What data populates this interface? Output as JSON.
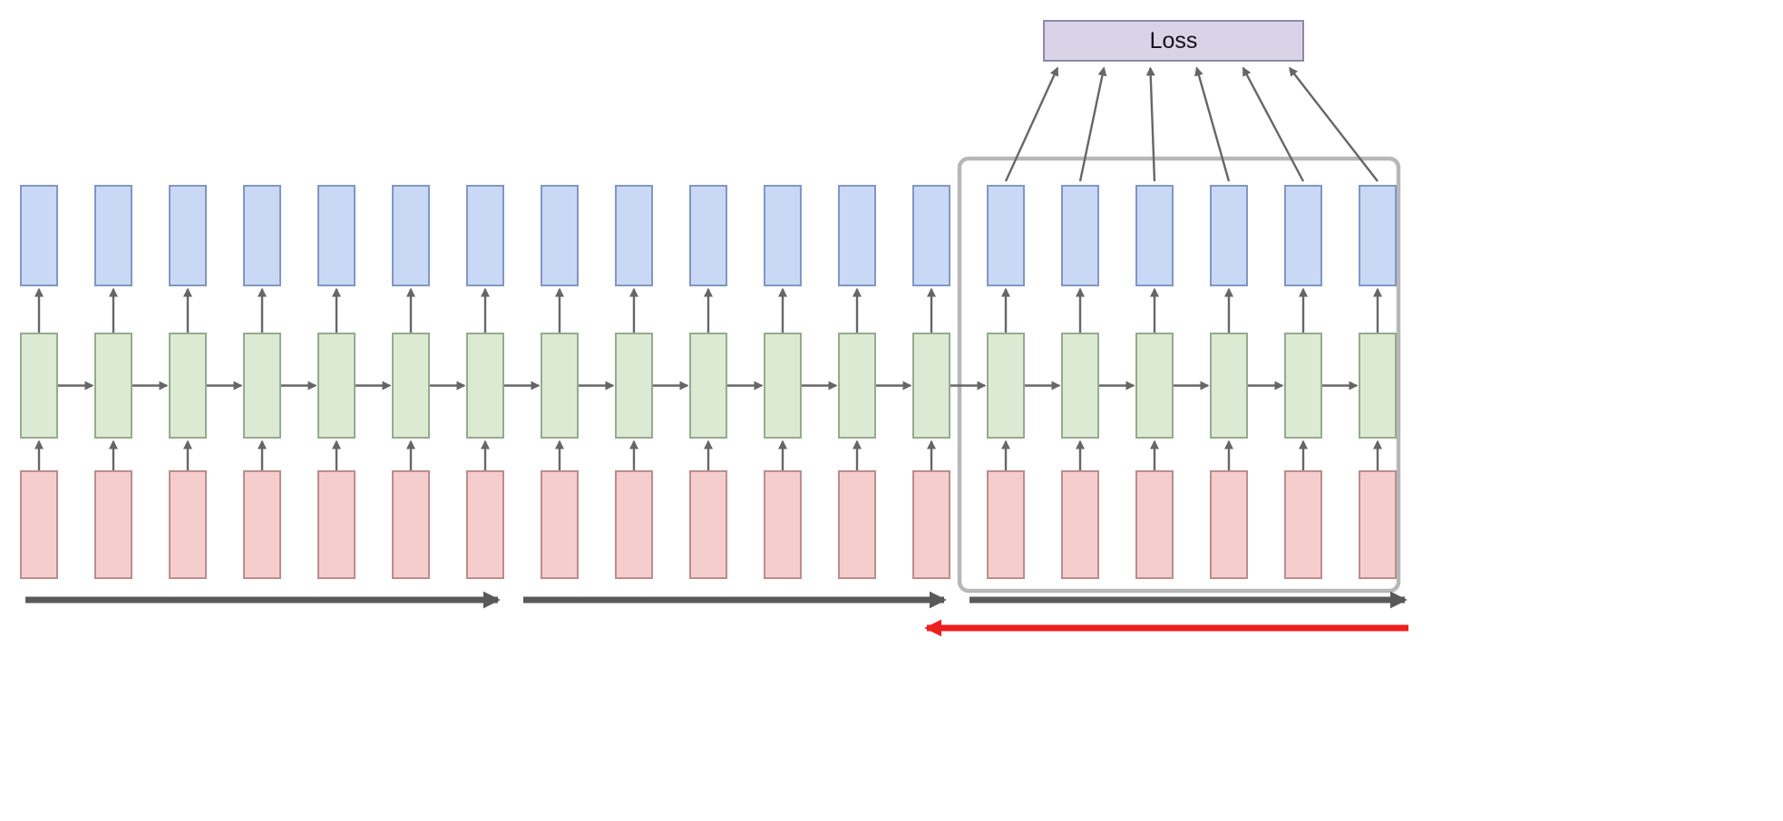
{
  "figure": {
    "loss_label": "Loss",
    "num_columns": 19,
    "window_size": 6,
    "segments": [
      {
        "start": 0,
        "end": 6
      },
      {
        "start": 7,
        "end": 12
      },
      {
        "start": 13,
        "end": 18
      }
    ],
    "colors": {
      "output_box_fill": "#c9d8f4",
      "output_box_border": "#8096c4",
      "hidden_box_fill": "#dcead3",
      "hidden_box_border": "#94ab8d",
      "input_box_fill": "#f5cdcc",
      "input_box_border": "#bb8d8c",
      "loss_box_fill": "#dad3e8",
      "loss_box_border": "#8f86a8",
      "arrow": "#666666",
      "window_frame": "#b7b7b7",
      "timeline_arrow": "#595959",
      "backprop_arrow": "#ee1f1f",
      "background": "#ffffff"
    }
  }
}
